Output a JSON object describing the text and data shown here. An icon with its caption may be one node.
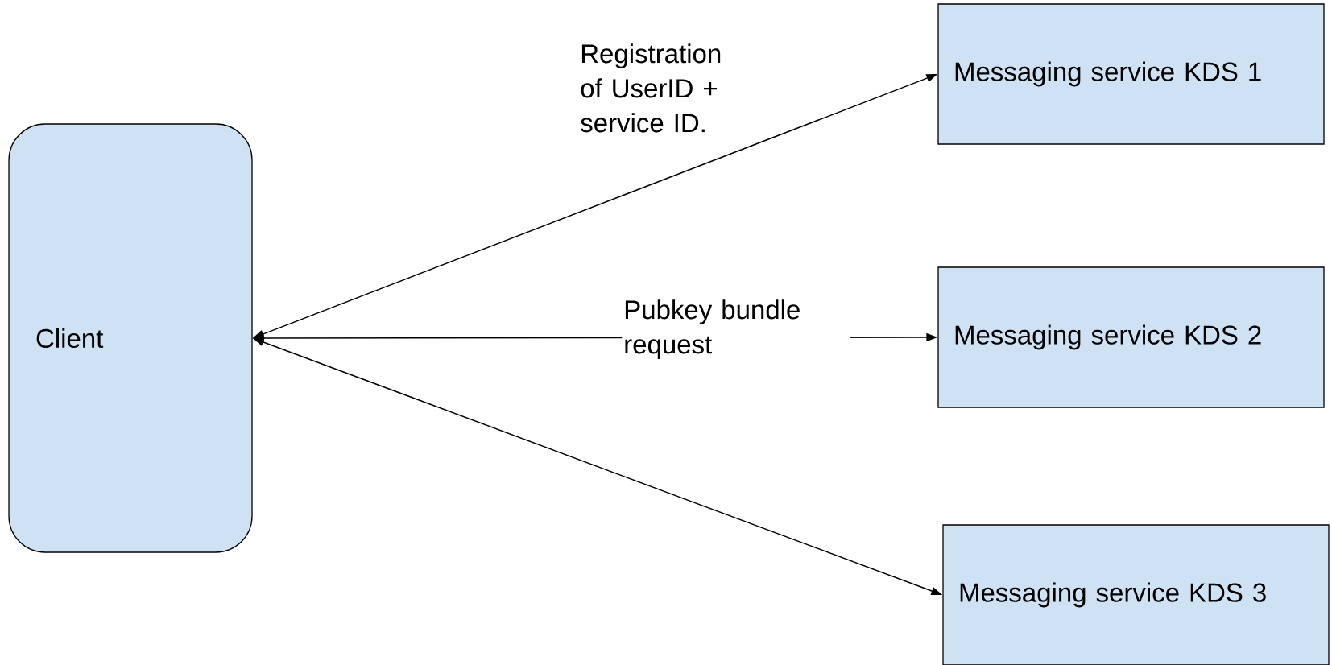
{
  "diagram": {
    "nodes": [
      {
        "text": [
          "Client"
        ]
      },
      {
        "text": [
          "Messaging service KDS 1"
        ]
      },
      {
        "text": [
          "Messaging service KDS 2"
        ]
      },
      {
        "text": [
          "Messaging service KDS 3"
        ]
      }
    ],
    "edges": [
      {
        "from": 0,
        "to": 1,
        "arrow": "both",
        "label": "Registration of UserID + service ID."
      },
      {
        "from": 0,
        "to": 2,
        "arrow": "both",
        "label": "Pubkey bundle request"
      },
      {
        "from": 0,
        "to": 3,
        "arrow": "both"
      }
    ]
  }
}
